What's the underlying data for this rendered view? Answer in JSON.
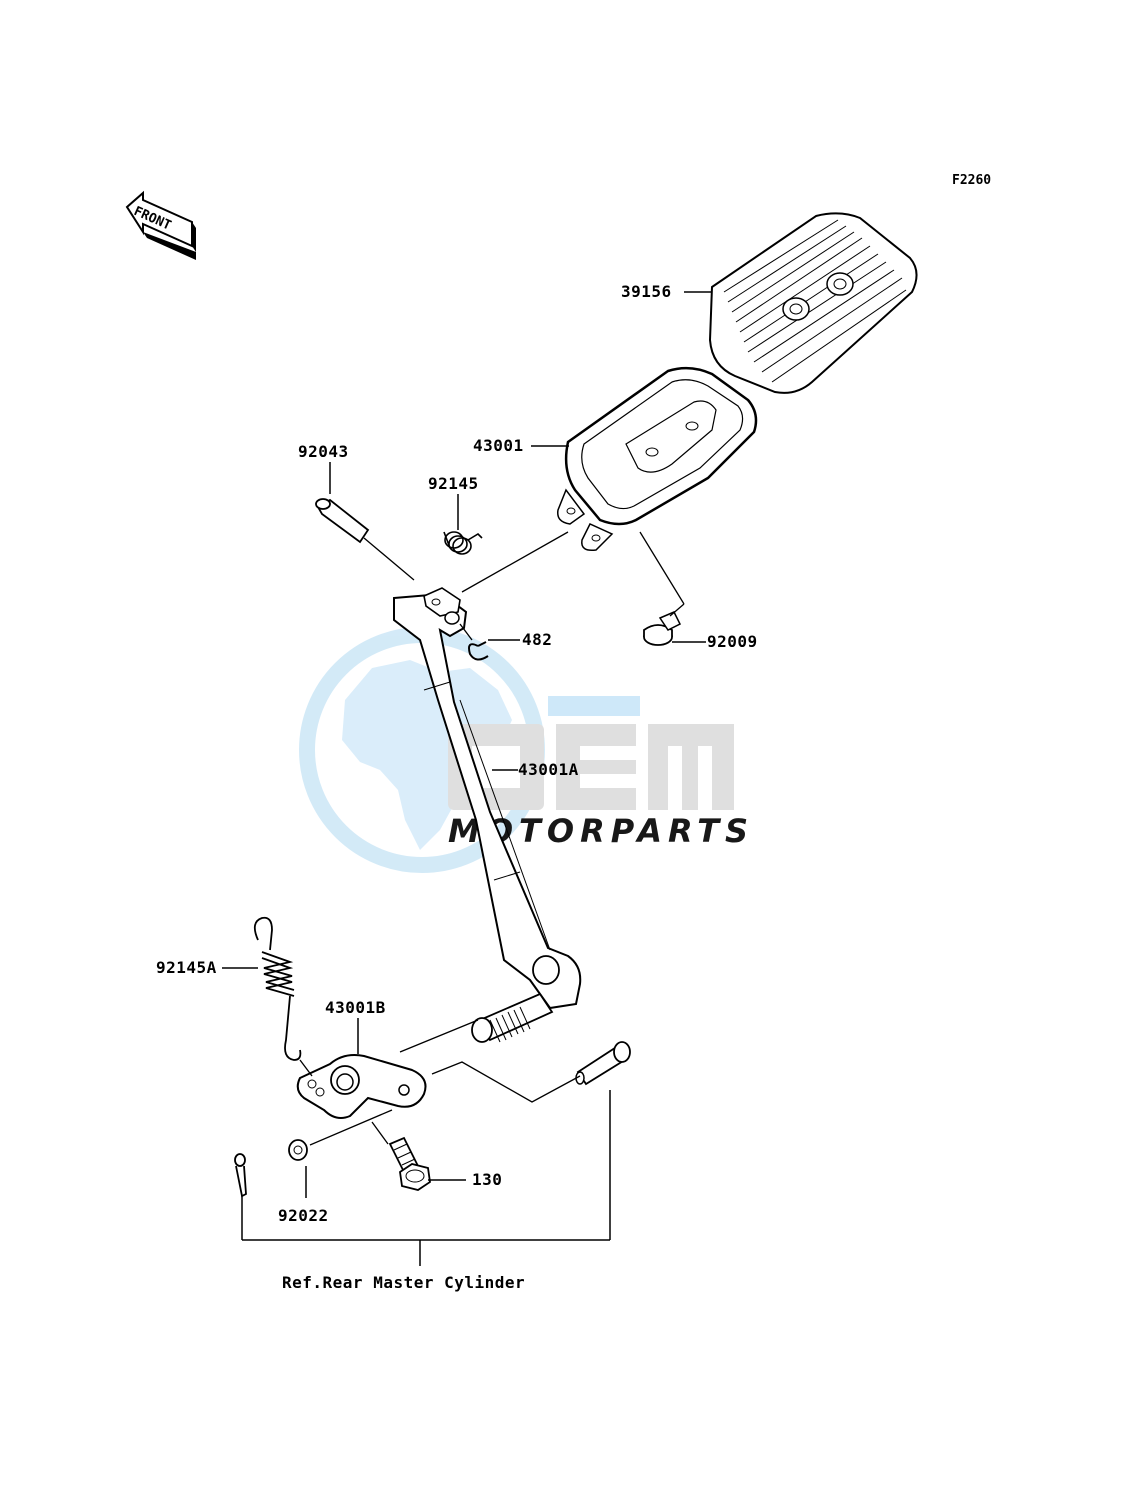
{
  "diagram": {
    "code": "F2260",
    "front_label": "FRONT",
    "reference_note": "Ref.Rear Master Cylinder",
    "watermark": {
      "brand": "OEM",
      "subtitle": "MOTORPARTS"
    },
    "parts": [
      {
        "id": "p39156",
        "label": "39156"
      },
      {
        "id": "p43001",
        "label": "43001"
      },
      {
        "id": "p92043",
        "label": "92043"
      },
      {
        "id": "p92145",
        "label": "92145"
      },
      {
        "id": "p482",
        "label": "482"
      },
      {
        "id": "p92009",
        "label": "92009"
      },
      {
        "id": "p43001A",
        "label": "43001A"
      },
      {
        "id": "p92145A",
        "label": "92145A"
      },
      {
        "id": "p43001B",
        "label": "43001B"
      },
      {
        "id": "p130",
        "label": "130"
      },
      {
        "id": "p92022",
        "label": "92022"
      }
    ]
  }
}
